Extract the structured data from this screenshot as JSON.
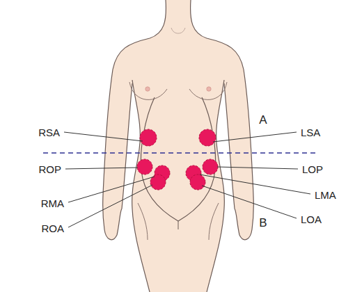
{
  "diagram": {
    "labels": [
      "RSA",
      "A",
      "LSA",
      "ROP",
      "LOP",
      "RMA",
      "LMA",
      "ROA",
      "B",
      "LOA"
    ]
  }
}
